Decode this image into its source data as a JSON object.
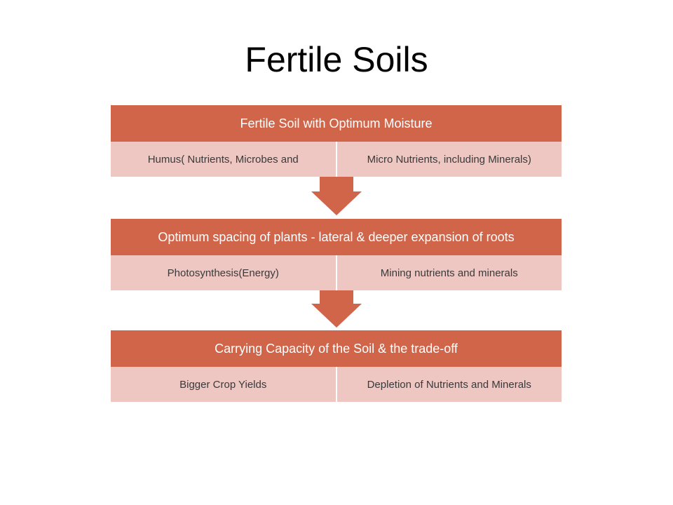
{
  "title": "Fertile Soils",
  "blocks": [
    {
      "heading": "Fertile Soil with Optimum Moisture",
      "cells": [
        "Humus( Nutrients, Microbes and",
        "Micro Nutrients, including Minerals)"
      ]
    },
    {
      "heading": "Optimum spacing of plants - lateral & deeper expansion of roots",
      "cells": [
        "Photosynthesis(Energy)",
        "Mining nutrients and minerals"
      ]
    },
    {
      "heading": "Carrying Capacity of the Soil & the trade-off",
      "cells": [
        "Bigger Crop Yields",
        "Depletion of Nutrients and Minerals"
      ]
    }
  ],
  "colors": {
    "heading_fill": "#d0654a",
    "cell_fill": "#eec6c2"
  }
}
